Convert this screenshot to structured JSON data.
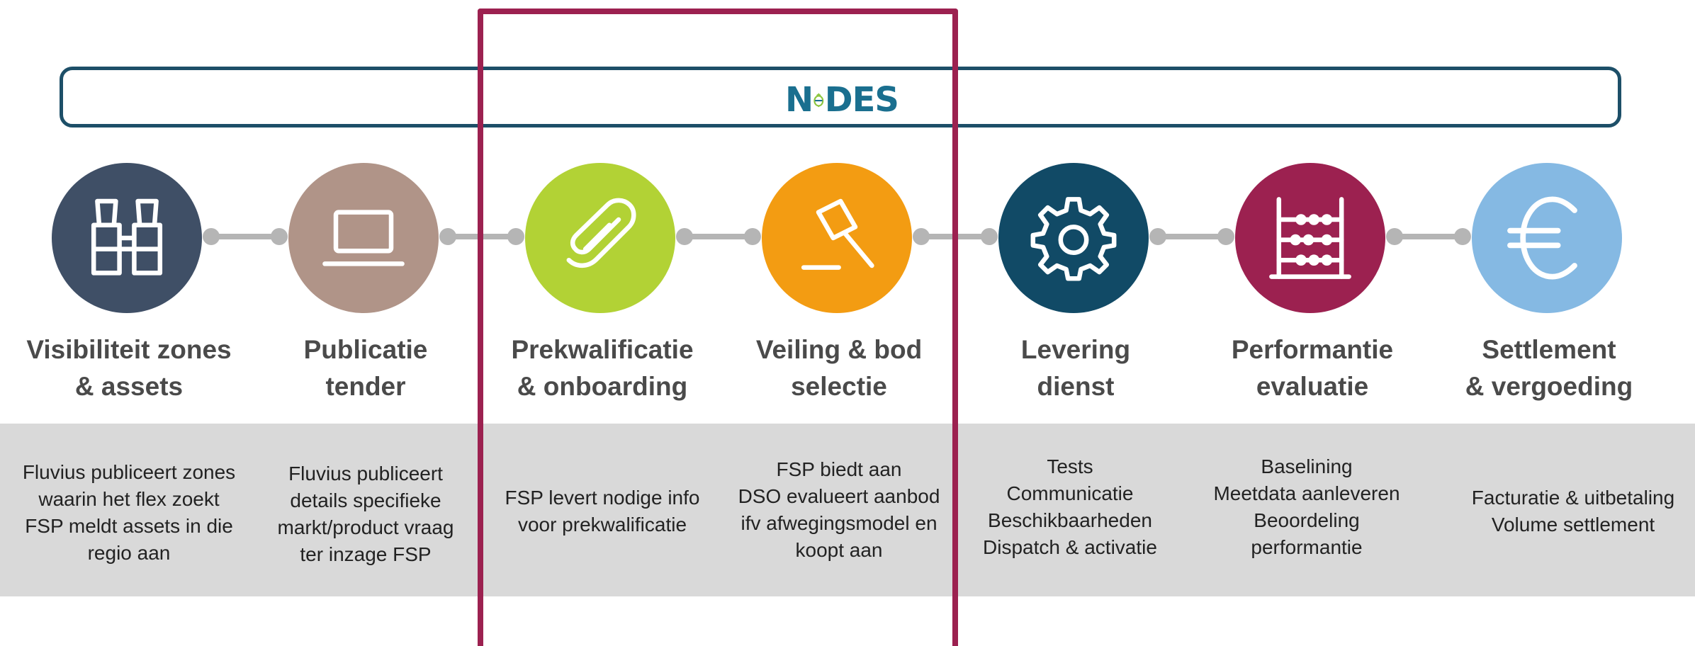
{
  "logo": {
    "text_left": "N",
    "text_right": "DES",
    "color": "#1a6f8f",
    "accent_color": "#8dc63f"
  },
  "highlight_color": "#9c2150",
  "steps": [
    {
      "icon": "binoculars-icon",
      "color": "#3f4f66",
      "title": [
        "Visibiliteit zones",
        "& assets"
      ],
      "desc": [
        "Fluvius publiceert zones",
        "waarin het flex zoekt",
        "FSP meldt assets in die",
        "regio aan"
      ]
    },
    {
      "icon": "laptop-icon",
      "color": "#b09488",
      "title": [
        "Publicatie",
        "tender"
      ],
      "desc": [
        "Fluvius publiceert",
        "details specifieke",
        "markt/product vraag",
        "ter inzage FSP"
      ]
    },
    {
      "icon": "paperclip-icon",
      "color": "#b2d235",
      "title": [
        "Prekwalificatie",
        "& onboarding"
      ],
      "desc": [
        "FSP levert nodige info",
        "voor prekwalificatie"
      ]
    },
    {
      "icon": "gavel-icon",
      "color": "#f39c12",
      "title": [
        "Veiling & bod",
        "selectie"
      ],
      "desc": [
        "FSP biedt aan",
        "DSO evalueert aanbod",
        "ifv afwegingsmodel en",
        "koopt aan"
      ]
    },
    {
      "icon": "gear-icon",
      "color": "#114a66",
      "title": [
        "Levering",
        "dienst"
      ],
      "desc": [
        "Tests",
        "Communicatie",
        "Beschikbaarheden",
        "Dispatch & activatie"
      ]
    },
    {
      "icon": "abacus-icon",
      "color": "#9c2150",
      "title": [
        "Performantie",
        "evaluatie"
      ],
      "desc": [
        "Baselining",
        "Meetdata aanleveren",
        "Beoordeling",
        "performantie"
      ]
    },
    {
      "icon": "euro-icon",
      "color": "#85b9e3",
      "title": [
        "Settlement",
        "& vergoeding"
      ],
      "desc": [
        "Facturatie & uitbetaling",
        "Volume settlement"
      ]
    }
  ]
}
